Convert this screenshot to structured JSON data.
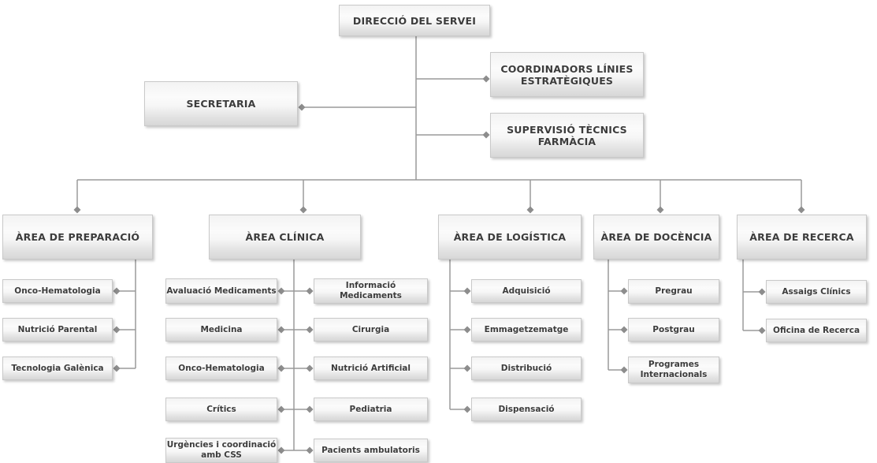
{
  "root": {
    "label": "DIRECCIÓ DEL SERVEI"
  },
  "staff": {
    "secretaria": "SECRETARIA",
    "coordinadors": "COORDINADORS LÍNIES ESTRATÈGIQUES",
    "supervisio": "SUPERVISIÓ TÈCNICS FARMÀCIA"
  },
  "areas": {
    "preparacio": {
      "label": "ÀREA DE PREPARACIÓ",
      "children": [
        "Onco-Hematologia",
        "Nutrició Parental",
        "Tecnologia Galènica"
      ]
    },
    "clinica": {
      "label": "ÀREA CLÍNICA",
      "left": [
        "Avaluació Medicaments",
        "Medicina",
        "Onco-Hematologia",
        "Crítics",
        "Urgències i coordinació amb CSS"
      ],
      "right": [
        "Informació Medicaments",
        "Cirurgia",
        "Nutrició Artificial",
        "Pediatria",
        "Pacients ambulatoris"
      ]
    },
    "logistica": {
      "label": "ÀREA DE LOGÍSTICA",
      "children": [
        "Adquisició",
        "Emmagetzematge",
        "Distribució",
        "Dispensació"
      ]
    },
    "docencia": {
      "label": "ÀREA DE DOCÈNCIA",
      "children": [
        "Pregrau",
        "Postgrau",
        "Programes Internacionals"
      ]
    },
    "recerca": {
      "label": "ÀREA DE RECERCA",
      "children": [
        "Assaigs Clínics",
        "Oficina de Recerca"
      ]
    }
  },
  "colors": {
    "background": "#ffffff",
    "line": "#9a9a9a",
    "diamond": "#8d8d8d",
    "box_border": "#c9c9c9",
    "box_top": "#f3f3f3",
    "box_bottom": "#d7d7d7",
    "text": "#3c3c3c"
  }
}
